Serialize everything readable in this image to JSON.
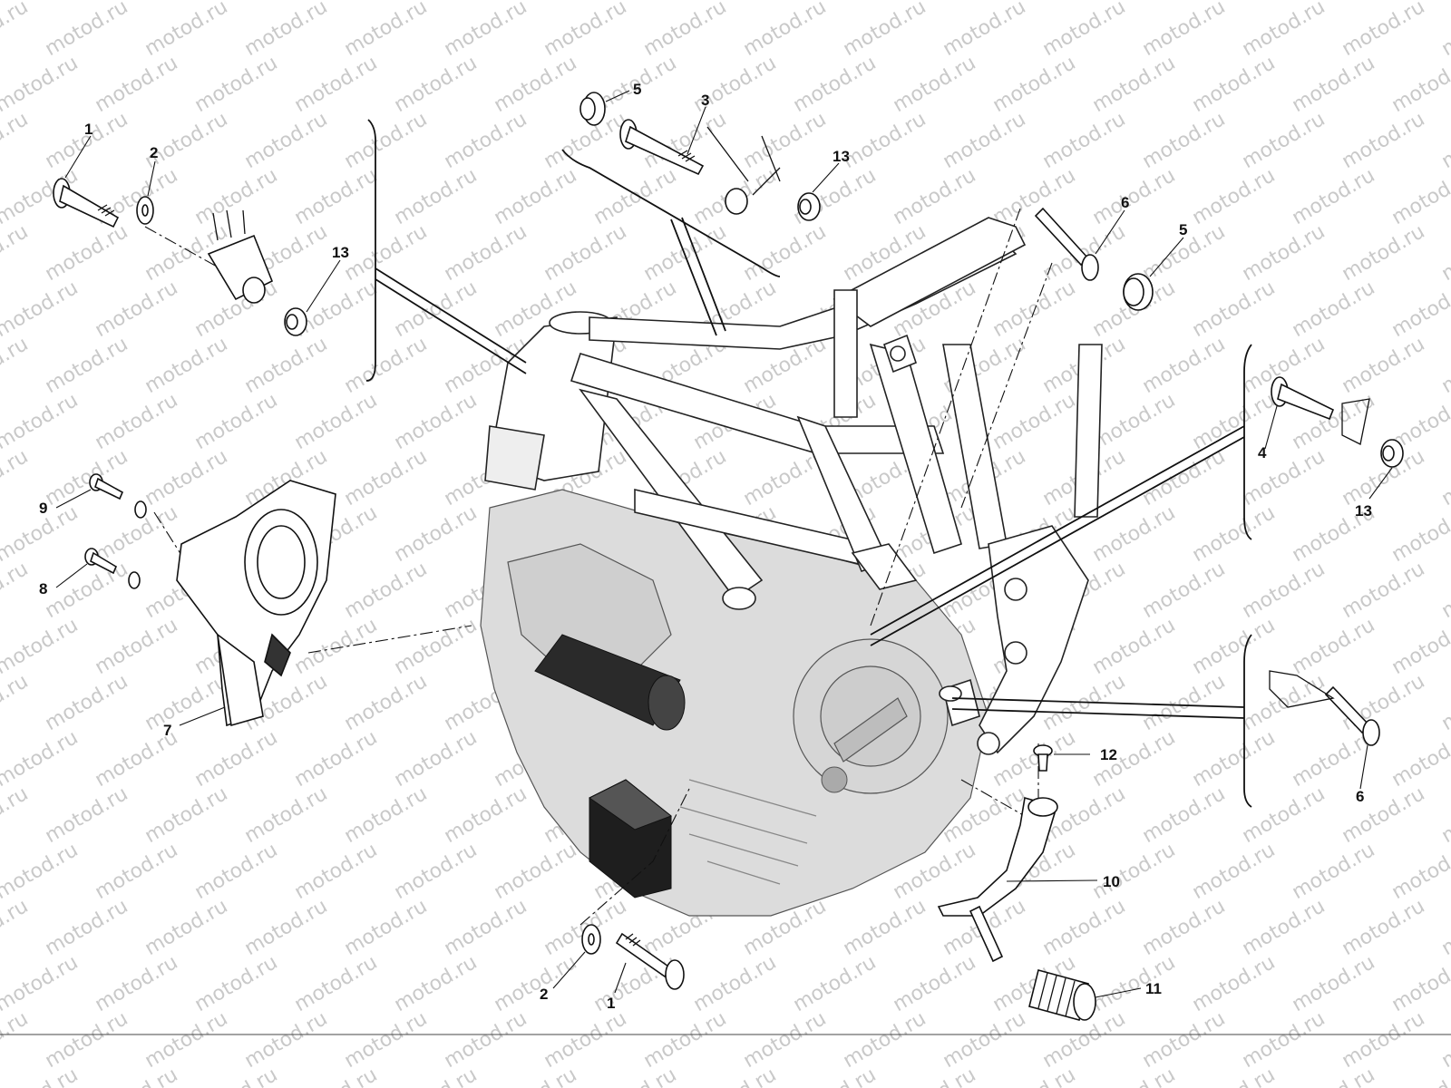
{
  "watermark": {
    "text": "motod.ru"
  },
  "callouts": [
    {
      "id": "c1a",
      "text": "1"
    },
    {
      "id": "c2a",
      "text": "2"
    },
    {
      "id": "c13a",
      "text": "13"
    },
    {
      "id": "c5a",
      "text": "5"
    },
    {
      "id": "c3",
      "text": "3"
    },
    {
      "id": "c13b",
      "text": "13"
    },
    {
      "id": "c6a",
      "text": "6"
    },
    {
      "id": "c5b",
      "text": "5"
    },
    {
      "id": "c4",
      "text": "4"
    },
    {
      "id": "c13c",
      "text": "13"
    },
    {
      "id": "c9",
      "text": "9"
    },
    {
      "id": "c8",
      "text": "8"
    },
    {
      "id": "c7",
      "text": "7"
    },
    {
      "id": "c6b",
      "text": "6"
    },
    {
      "id": "c12",
      "text": "12"
    },
    {
      "id": "c10",
      "text": "10"
    },
    {
      "id": "c11",
      "text": "11"
    },
    {
      "id": "c2b",
      "text": "2"
    },
    {
      "id": "c1b",
      "text": "1"
    }
  ],
  "colors": {
    "ink": "#111111",
    "engine": "#dcdcdc",
    "watermark": "#c9c9c9"
  }
}
